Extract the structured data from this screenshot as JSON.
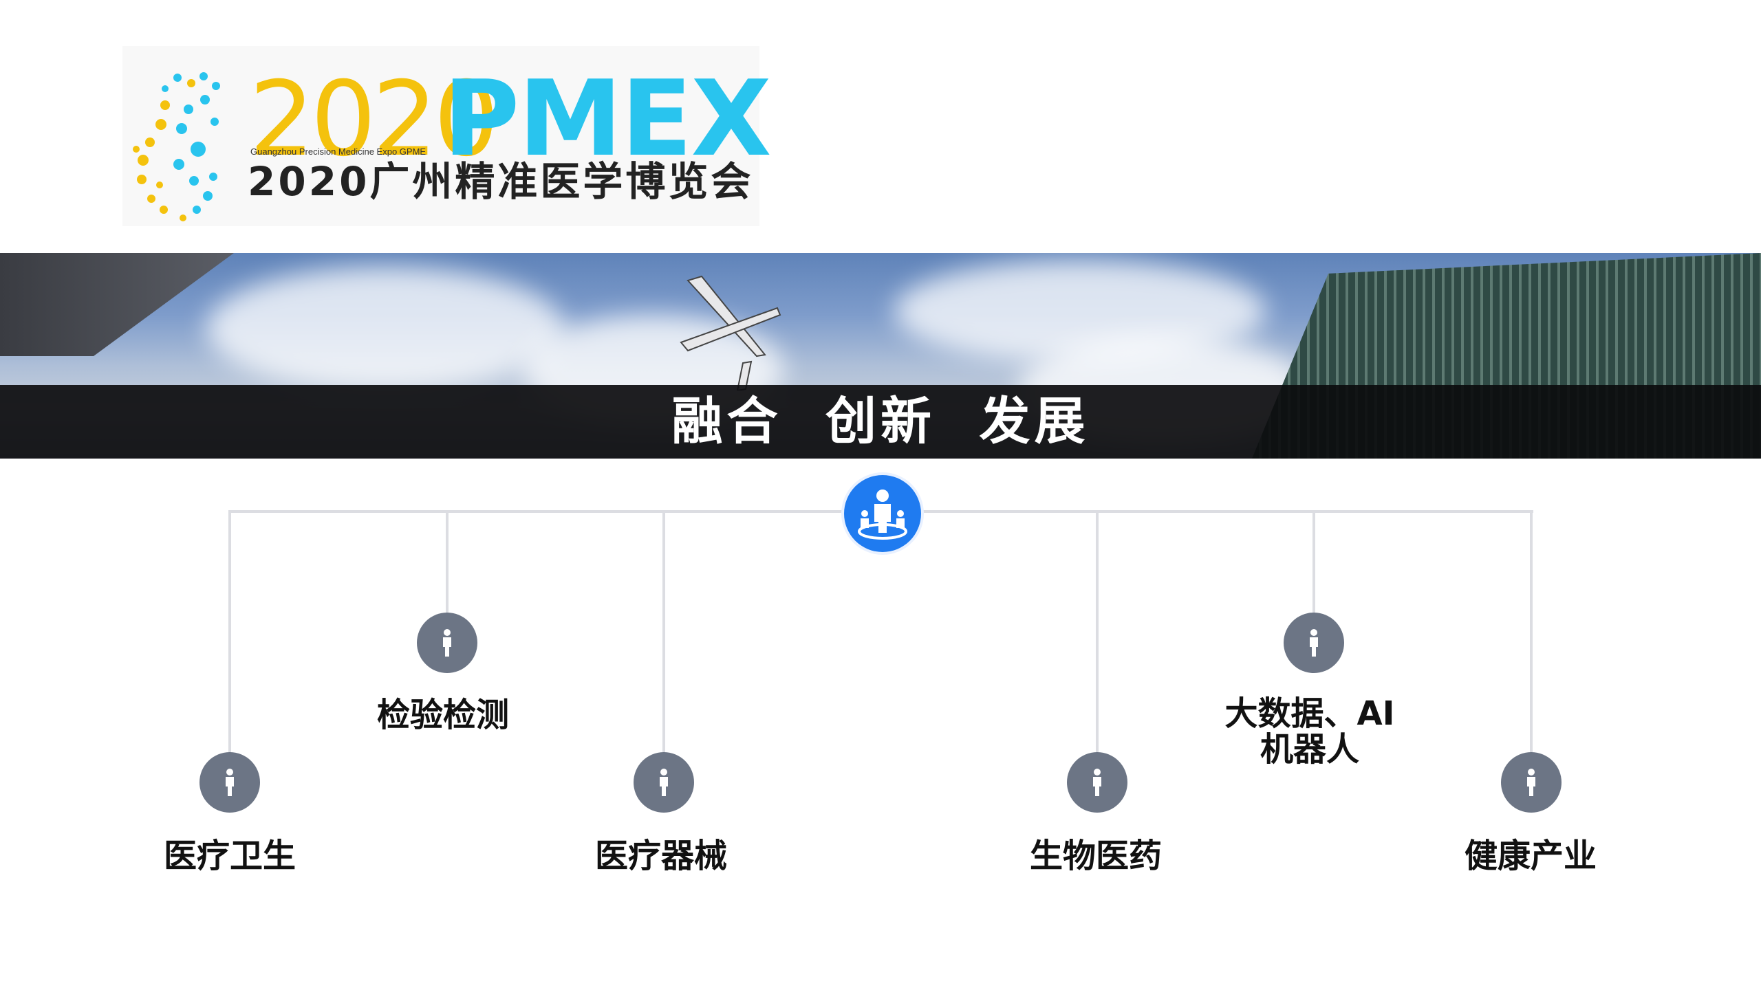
{
  "logo": {
    "year": "2020",
    "brand": "PMEX",
    "subtitle_en": "Guangzhou Precision Medicine Expo GPME",
    "subtitle_cn": "2020广州精准医学博览会",
    "year_color": "#f4c20d",
    "brand_color": "#29c4ee"
  },
  "banner": {
    "slogan": "融合  创新  发展"
  },
  "hub": {
    "icon": "people-network-icon",
    "color": "#1f7bf0"
  },
  "sectors": [
    {
      "label": "医疗卫生",
      "icon": "person-icon"
    },
    {
      "label": "检验检测",
      "icon": "person-icon"
    },
    {
      "label": "医疗器械",
      "icon": "person-icon"
    },
    {
      "label": "生物医药",
      "icon": "person-icon"
    },
    {
      "label_line1": "大数据、AI",
      "label_line2": "机器人",
      "icon": "person-icon"
    },
    {
      "label": "健康产业",
      "icon": "person-icon"
    }
  ],
  "node_color": "#6c7585"
}
